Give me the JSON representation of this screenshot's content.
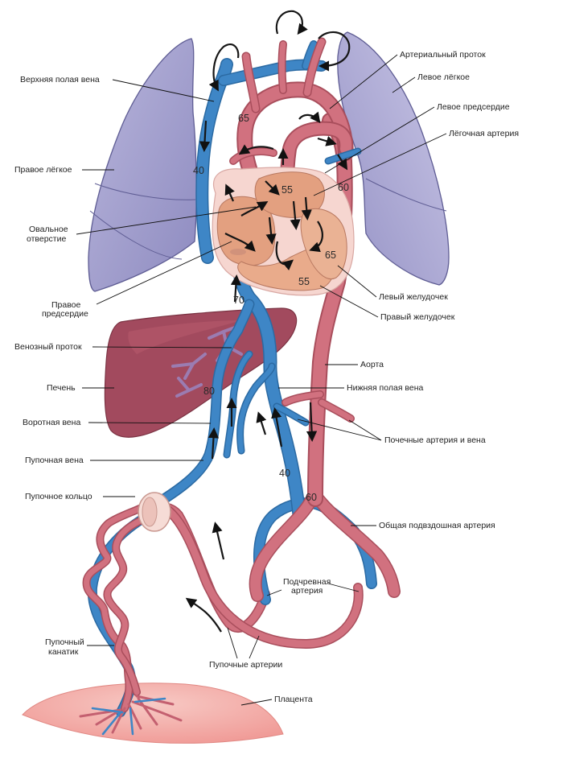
{
  "labels": {
    "superior_vena_cava": "Верхняя полая вена",
    "ductus_arteriosus": "Артериальный проток",
    "left_lung": "Левое лёгкое",
    "left_atrium": "Левое предсердие",
    "pulmonary_artery": "Лёгочная артерия",
    "right_lung": "Правое лёгкое",
    "foramen_ovale_line1": "Овальное",
    "foramen_ovale_line2": "отверстие",
    "right_atrium_line1": "Правое",
    "right_atrium_line2": "предсердие",
    "left_ventricle": "Левый желудочек",
    "right_ventricle": "Правый желудочек",
    "ductus_venosus": "Венозный проток",
    "aorta": "Аорта",
    "liver": "Печень",
    "inferior_vena_cava": "Нижняя полая вена",
    "portal_vein": "Воротная вена",
    "renal_artery_vein": "Почечные артерия и вена",
    "umbilical_vein": "Пупочная вена",
    "umbilical_ring": "Пупочное кольцо",
    "common_iliac_artery": "Общая подвздошная артерия",
    "hypogastric_artery_line1": "Подчревная",
    "hypogastric_artery_line2": "артерия",
    "umbilical_cord_line1": "Пупочный",
    "umbilical_cord_line2": "канатик",
    "umbilical_arteries": "Пупочные артерии",
    "placenta": "Плацента"
  },
  "values": {
    "aortic_arch": "65",
    "svc": "40",
    "left_atrium": "55",
    "pulmonary_trunk": "60",
    "left_ventricle": "65",
    "right_ventricle": "55",
    "ivc_upper": "70",
    "ductus_venosus": "80",
    "ivc_lower": "40",
    "descending_aorta": "60"
  },
  "colors": {
    "vein": "#3e86c6",
    "artery": "#d1717f",
    "lung": "#9a98c7",
    "liver": "#a24a5e",
    "heart": "#e9a986",
    "placenta": "#f1a8a4"
  }
}
